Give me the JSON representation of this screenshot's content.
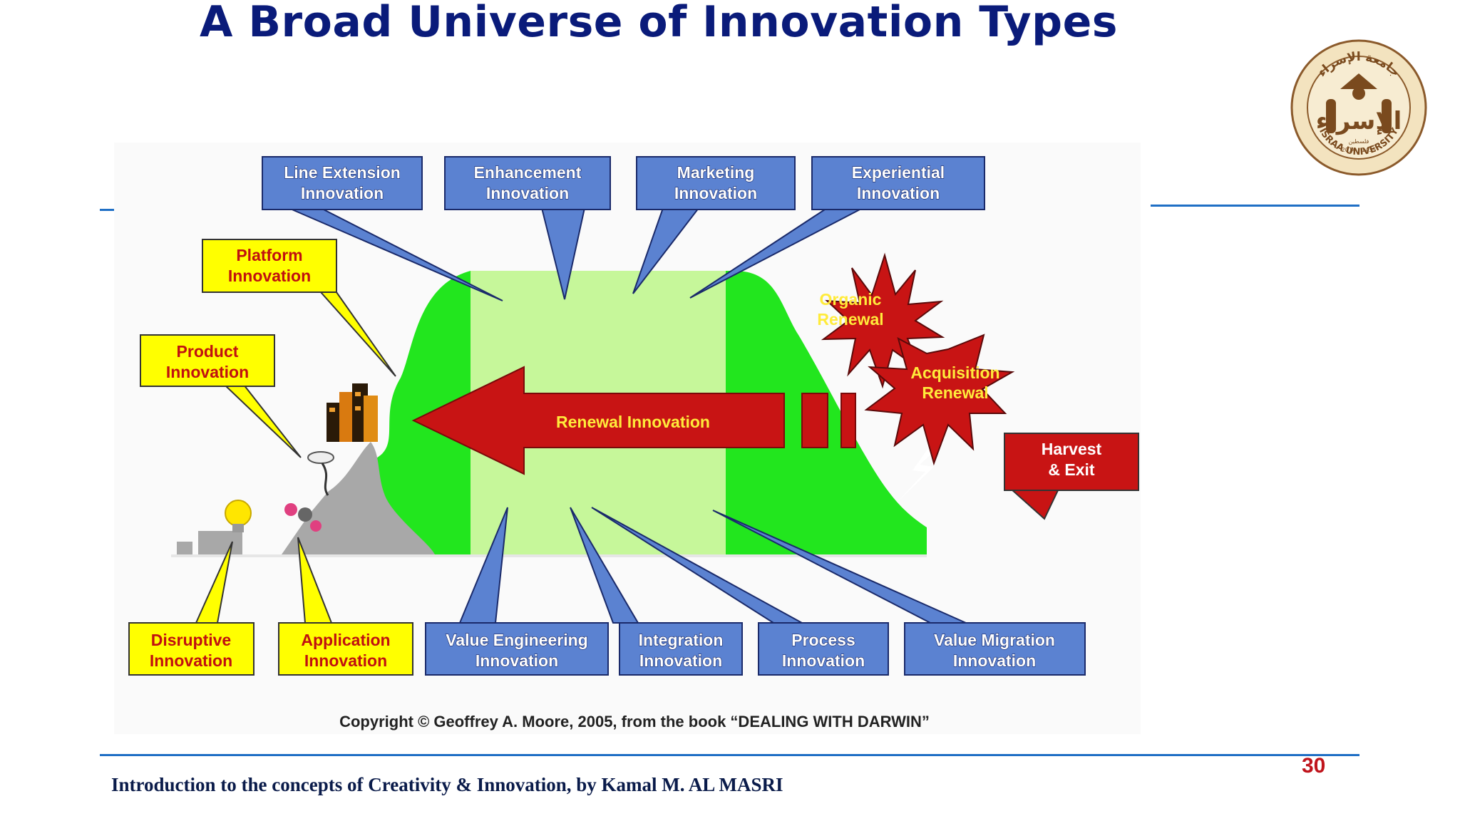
{
  "slide": {
    "title": "A Broad Universe of Innovation Types",
    "footer": "Introduction to the concepts of Creativity & Innovation, by Kamal M. AL MASRI",
    "page_number": "30",
    "copyright": "Copyright © Geoffrey A. Moore, 2005, from the book “DEALING WITH DARWIN”"
  },
  "logo": {
    "arabic_text": "جامعة الإسراء",
    "arabic_big": "الإسراء",
    "latin_text": "ISRAA UNIVERSITY",
    "place": "فلسطين",
    "years": "2014 - 1435"
  },
  "diagram": {
    "center_arrow": "Renewal Innovation",
    "top_boxes": {
      "line_extension": [
        "Line Extension",
        "Innovation"
      ],
      "enhancement": [
        "Enhancement",
        "Innovation"
      ],
      "marketing": [
        "Marketing",
        "Innovation"
      ],
      "experiential": [
        "Experiential",
        "Innovation"
      ]
    },
    "left_boxes": {
      "platform": [
        "Platform",
        "Innovation"
      ],
      "product": [
        "Product",
        "Innovation"
      ]
    },
    "bottom_yellow_boxes": {
      "disruptive": [
        "Disruptive",
        "Innovation"
      ],
      "application": [
        "Application",
        "Innovation"
      ]
    },
    "bottom_blue_boxes": {
      "value_engineering": [
        "Value Engineering",
        "Innovation"
      ],
      "integration": [
        "Integration",
        "Innovation"
      ],
      "process": [
        "Process",
        "Innovation"
      ],
      "value_migration": [
        "Value Migration",
        "Innovation"
      ]
    },
    "starbursts": {
      "organic": [
        "Organic",
        "Renewal"
      ],
      "acquisition": [
        "Acquisition",
        "Renewal"
      ]
    },
    "harvest": [
      "Harvest",
      "& Exit"
    ]
  },
  "colors": {
    "title": "#0a1b7a",
    "blue_box": "#5b82d1",
    "yellow_box": "#ffff00",
    "red": "#c81414",
    "green": "#22e61e",
    "light_green": "#c6f79a",
    "page_number": "#c0141c",
    "rule": "#1f6fc5"
  },
  "icons": [
    "university-seal-icon",
    "lightbulb-icon",
    "city-buildings-icon",
    "lightning-bolt-icon"
  ]
}
